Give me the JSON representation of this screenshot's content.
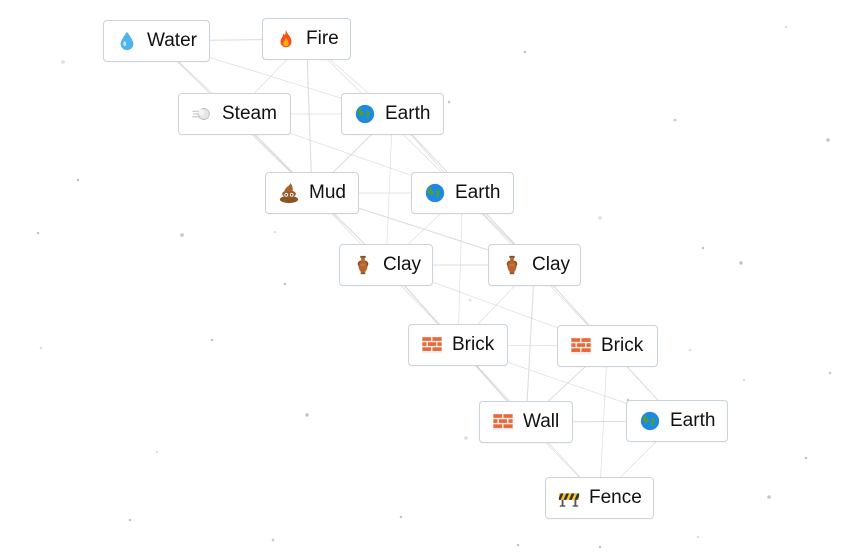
{
  "colors": {
    "background": "#ffffff",
    "tile_border": "#c8d3dc",
    "link_line": "#d2d2d2",
    "dust": "#9aa0a6"
  },
  "elements": [
    {
      "id": "water",
      "label": "Water",
      "icon": "droplet-icon"
    },
    {
      "id": "fire",
      "label": "Fire",
      "icon": "fire-icon"
    },
    {
      "id": "steam",
      "label": "Steam",
      "icon": "steam-icon"
    },
    {
      "id": "earth1",
      "label": "Earth",
      "icon": "globe-icon"
    },
    {
      "id": "mud",
      "label": "Mud",
      "icon": "mud-icon"
    },
    {
      "id": "earth2",
      "label": "Earth",
      "icon": "globe-icon"
    },
    {
      "id": "clay1",
      "label": "Clay",
      "icon": "amphora-icon"
    },
    {
      "id": "clay2",
      "label": "Clay",
      "icon": "amphora-icon"
    },
    {
      "id": "brick1",
      "label": "Brick",
      "icon": "brick-icon"
    },
    {
      "id": "brick2",
      "label": "Brick",
      "icon": "brick-icon"
    },
    {
      "id": "wall",
      "label": "Wall",
      "icon": "brick-icon"
    },
    {
      "id": "earth3",
      "label": "Earth",
      "icon": "globe-icon"
    },
    {
      "id": "fence",
      "label": "Fence",
      "icon": "barrier-icon"
    }
  ]
}
